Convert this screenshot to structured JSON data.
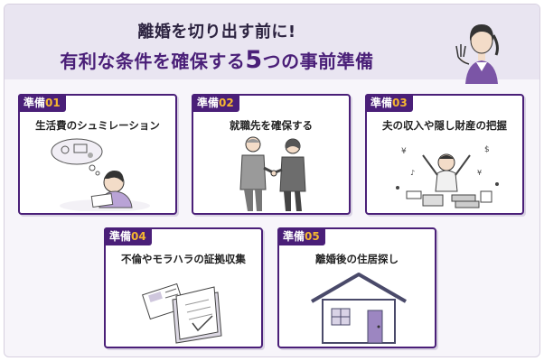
{
  "header": {
    "title_line1": "離婚を切り出す前に!",
    "title_line2_pre": "有利な条件を確保する",
    "title_line2_num": "5",
    "title_line2_post": "つの事前準備"
  },
  "cards": [
    {
      "badge_word": "準備",
      "badge_num": "01",
      "label": "生活費のシュミレーション"
    },
    {
      "badge_word": "準備",
      "badge_num": "02",
      "label": "就職先を確保する"
    },
    {
      "badge_word": "準備",
      "badge_num": "03",
      "label": "夫の収入や隠し財産の把握"
    },
    {
      "badge_word": "準備",
      "badge_num": "04",
      "label": "不倫やモラハラの証拠収集"
    },
    {
      "badge_word": "準備",
      "badge_num": "05",
      "label": "離婚後の住居探し"
    }
  ],
  "colors": {
    "accent": "#4a1f78",
    "badge_number": "#f5b730",
    "header_bg": "#e9e5f1"
  },
  "icons": [
    "woman-gesturing-icon",
    "budget-calculation-icon",
    "handshake-icon",
    "money-search-icon",
    "evidence-documents-icon",
    "house-icon"
  ]
}
